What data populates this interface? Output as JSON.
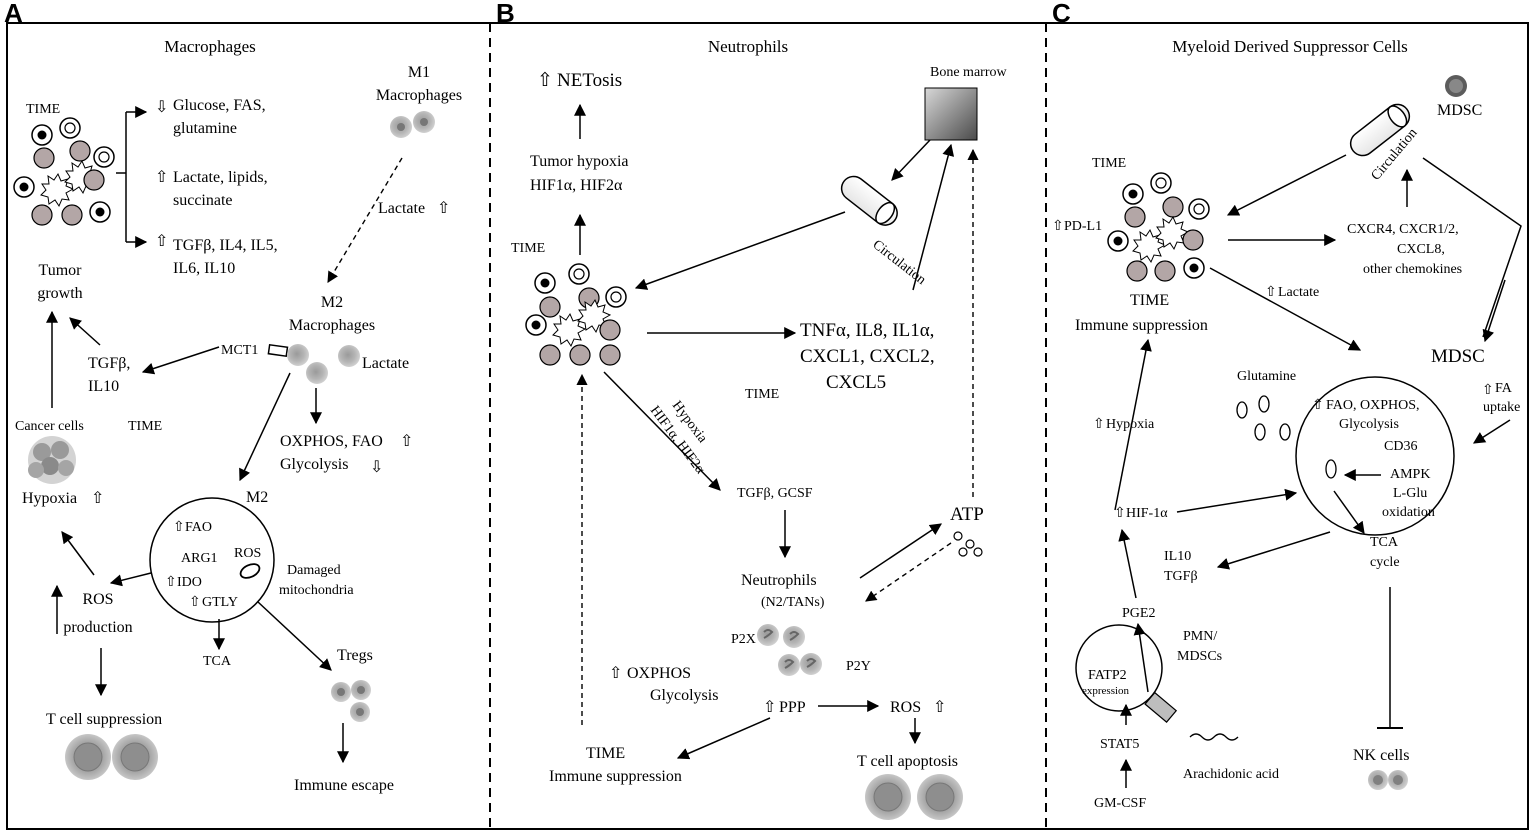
{
  "panels": {
    "a": {
      "letter": "A",
      "title": "Macrophages",
      "time_label": "TIME",
      "glucose_l1": "Glucose, FAS,",
      "glucose_l2": "glutamine",
      "lactate_l1": "Lactate, lipids,",
      "lactate_l2": "succinate",
      "tgf_l1": "TGFβ, IL4, IL5,",
      "tgf_l2": "IL6, IL10",
      "growth_l1": "Tumor",
      "growth_l2": "growth",
      "m1_l1": "M1",
      "m1_l2": "Macrophages",
      "lactate_arrow": "Lactate",
      "m2_l1": "M2",
      "m2_l2": "Macrophages",
      "mct1": "MCT1",
      "lactate_cell": "Lactate",
      "tgfil_l1": "TGFβ,",
      "tgfil_l2": "IL10",
      "oxphos_l1": "OXPHOS, FAO",
      "oxphos_l2": "Glycolysis",
      "cancer_cells": "Cancer cells",
      "time2": "TIME",
      "hypoxia": "Hypoxia",
      "m2_circle": "M2",
      "fao": "FAO",
      "arg1": "ARG1",
      "ros": "ROS",
      "ido": "IDO",
      "gtly": "GTLY",
      "damaged_l1": "Damaged",
      "damaged_l2": "mitochondria",
      "ros_prod_l1": "ROS",
      "ros_prod_l2": "production",
      "tca": "TCA",
      "tregs": "Tregs",
      "tcell_supp": "T cell suppression",
      "immune_escape": "Immune  escape"
    },
    "b": {
      "letter": "B",
      "title": "Neutrophils",
      "netosis": "NETosis",
      "bone_marrow": "Bone marrow",
      "hypoxia_l1": "Tumor  hypoxia",
      "hypoxia_l2": "HIF1α, HIF2α",
      "circulation": "Circulation",
      "time_label": "TIME",
      "cytokines_l1": "TNFα, IL8, IL1α,",
      "cytokines_l2": "CXCL1, CXCL2,",
      "cytokines_l3": "CXCL5",
      "time2": "TIME",
      "diag_l1": "Hypoxia",
      "diag_l2": "HIF1α,  HIF2α",
      "tgf_gcsf": "TGFβ,  GCSF",
      "atp": "ATP",
      "neutrophils_l1": "Neutrophils",
      "neutrophils_l2": "(N2/TANs)",
      "p2x": "P2X",
      "p2y": "P2Y",
      "oxphos_l1": "OXPHOS",
      "oxphos_l2": "Glycolysis",
      "ppp": "PPP",
      "ros": "ROS",
      "time_supp_l1": "TIME",
      "time_supp_l2": "Immune  suppression",
      "tcell_apop": "T cell apoptosis"
    },
    "c": {
      "letter": "C",
      "title": "Myeloid  Derived  Suppressor Cells",
      "mdsc_top": "MDSC",
      "circulation": "Circulation",
      "time_label": "TIME",
      "pdl1": "PD-L1",
      "chemo_l1": "CXCR4,  CXCR1/2,",
      "chemo_l2": "CXCL8,",
      "chemo_l3": "other chemokines",
      "lactate": "Lactate",
      "time_supp_l1": "TIME",
      "time_supp_l2": "Immune  suppression",
      "mdsc_circle": "MDSC",
      "glutamine": "Glutamine",
      "fa_l1": "FA",
      "fa_l2": "uptake",
      "fao_l1": "FAO, OXPHOS,",
      "fao_l2": "Glycolysis",
      "cd36": "CD36",
      "ampk_l1": "AMPK",
      "ampk_l2": "L-Glu",
      "ampk_l3": "oxidation",
      "tca_l1": "TCA",
      "tca_l2": "cycle",
      "hypoxia": "Hypoxia",
      "hif": "HIF-1α",
      "il10_l1": "IL10",
      "il10_l2": "TGFβ",
      "pge2": "PGE2",
      "pmn_l1": "PMN/",
      "pmn_l2": "MDSCs",
      "fatp2_l1": "FATP2",
      "fatp2_l2": "expression",
      "stat5": "STAT5",
      "arachidonic": "Arachidonic acid",
      "gmcsf": "GM-CSF",
      "nk": "NK cells"
    }
  },
  "colors": {
    "cell_fill": "#b3a6a6",
    "gray_cell": "#a8a8a8",
    "box_light": "#cfcfcf",
    "box_dark": "#5c5c5c"
  }
}
